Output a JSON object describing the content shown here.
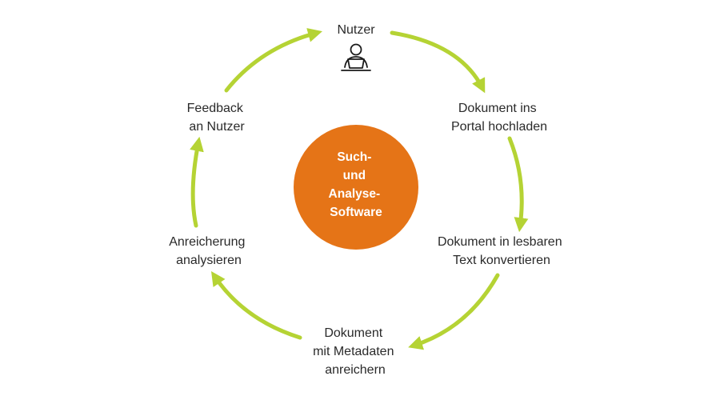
{
  "colors": {
    "background": "#ffffff",
    "arrow": "#b5d334",
    "center_fill": "#e57417",
    "center_text": "#ffffff",
    "label_text": "#2a2a2a",
    "icon_stroke": "#1a1a1a"
  },
  "center": {
    "lines": [
      "Such-",
      "und",
      "Analyse-",
      "Software"
    ]
  },
  "steps": [
    {
      "id": "nutzer",
      "icon": "user-at-laptop-icon",
      "lines": [
        "Nutzer"
      ]
    },
    {
      "id": "upload",
      "lines": [
        "Dokument ins",
        "Portal hochladen"
      ]
    },
    {
      "id": "convert",
      "lines": [
        "Dokument in lesbaren",
        "Text konvertieren"
      ]
    },
    {
      "id": "enrich",
      "lines": [
        "Dokument",
        "mit Metadaten",
        "anreichern"
      ]
    },
    {
      "id": "analyze",
      "lines": [
        "Anreicherung",
        "analysieren"
      ]
    },
    {
      "id": "feedback",
      "lines": [
        "Feedback",
        "an Nutzer"
      ]
    }
  ]
}
